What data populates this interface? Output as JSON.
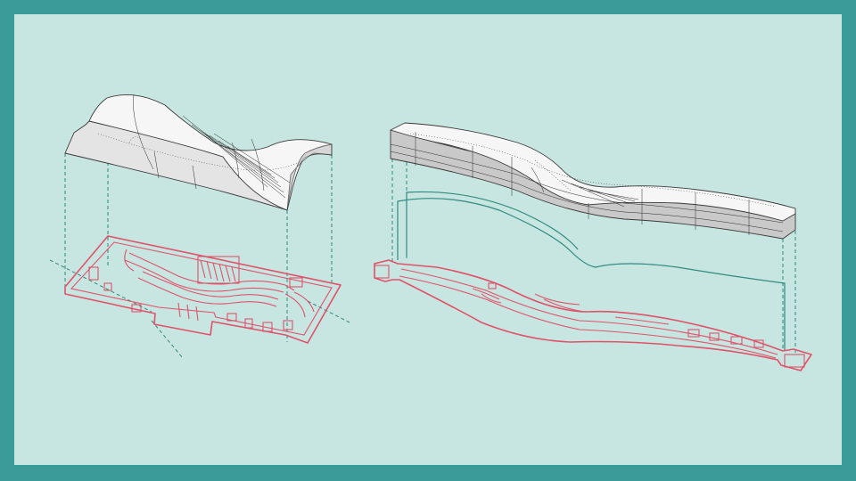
{
  "colors": {
    "border": "#3a9b98",
    "background": "#c8e6e1",
    "plan_lines": "#e0526a",
    "projection_lines": "#2e8a7e",
    "surface": "#f6f6f6"
  },
  "figures": [
    {
      "id": "left-axonometric",
      "elements": [
        "canopy-surface",
        "floor-plan",
        "projection-lines"
      ]
    },
    {
      "id": "right-axonometric",
      "elements": [
        "canopy-volume",
        "floor-plan",
        "section-curve",
        "projection-lines"
      ]
    }
  ]
}
